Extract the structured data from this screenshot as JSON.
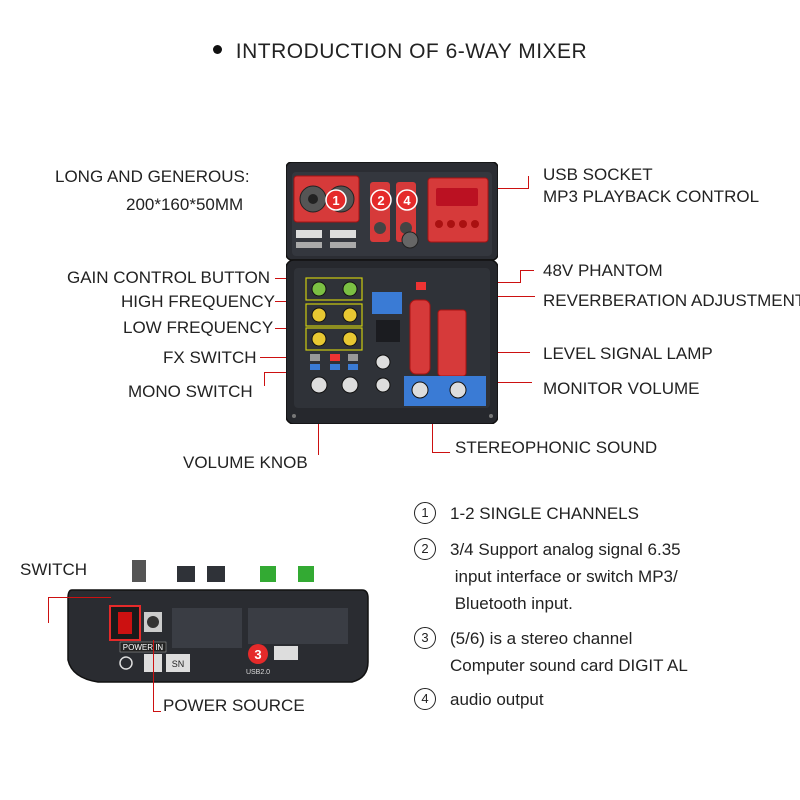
{
  "title": "INTRODUCTION OF 6-WAY MIXER",
  "left_labels": {
    "size_title": "LONG AND GENEROUS:",
    "size_value": "200*160*50MM",
    "gain": "GAIN CONTROL BUTTON",
    "high": "HIGH FREQUENCY",
    "low": "LOW FREQUENCY",
    "fx": "FX SWITCH",
    "mono": "MONO SWITCH",
    "volume": "VOLUME KNOB"
  },
  "right_labels": {
    "usb1": "USB SOCKET",
    "usb2": "MP3 PLAYBACK CONTROL",
    "phantom": "48V PHANTOM",
    "reverb": "REVERBERATION ADJUSTMENT",
    "lamp": "LEVEL SIGNAL LAMP",
    "monitor": "MONITOR VOLUME",
    "stereo": "STEREOPHONIC SOUND"
  },
  "rear_labels": {
    "switch": "SWITCH",
    "power": "POWER SOURCE",
    "power_in": "POWER IN",
    "sn": "SN",
    "usb_mark": "USB2.0"
  },
  "badges": [
    "1",
    "2",
    "4",
    "3"
  ],
  "legend": [
    {
      "num": "1",
      "lines": [
        "1-2 SINGLE CHANNELS"
      ]
    },
    {
      "num": "2",
      "lines": [
        "3/4 Support analog signal 6.35",
        " input interface or switch MP3/",
        " Bluetooth input."
      ]
    },
    {
      "num": "3",
      "lines": [
        "(5/6) is a stereo channel",
        "Computer sound card DIGIT AL"
      ]
    },
    {
      "num": "4",
      "lines": [
        "audio output"
      ]
    }
  ],
  "colors": {
    "accent_line": "#cc1111",
    "panel": "#2a2c31",
    "highlight": "#e52a2a"
  }
}
